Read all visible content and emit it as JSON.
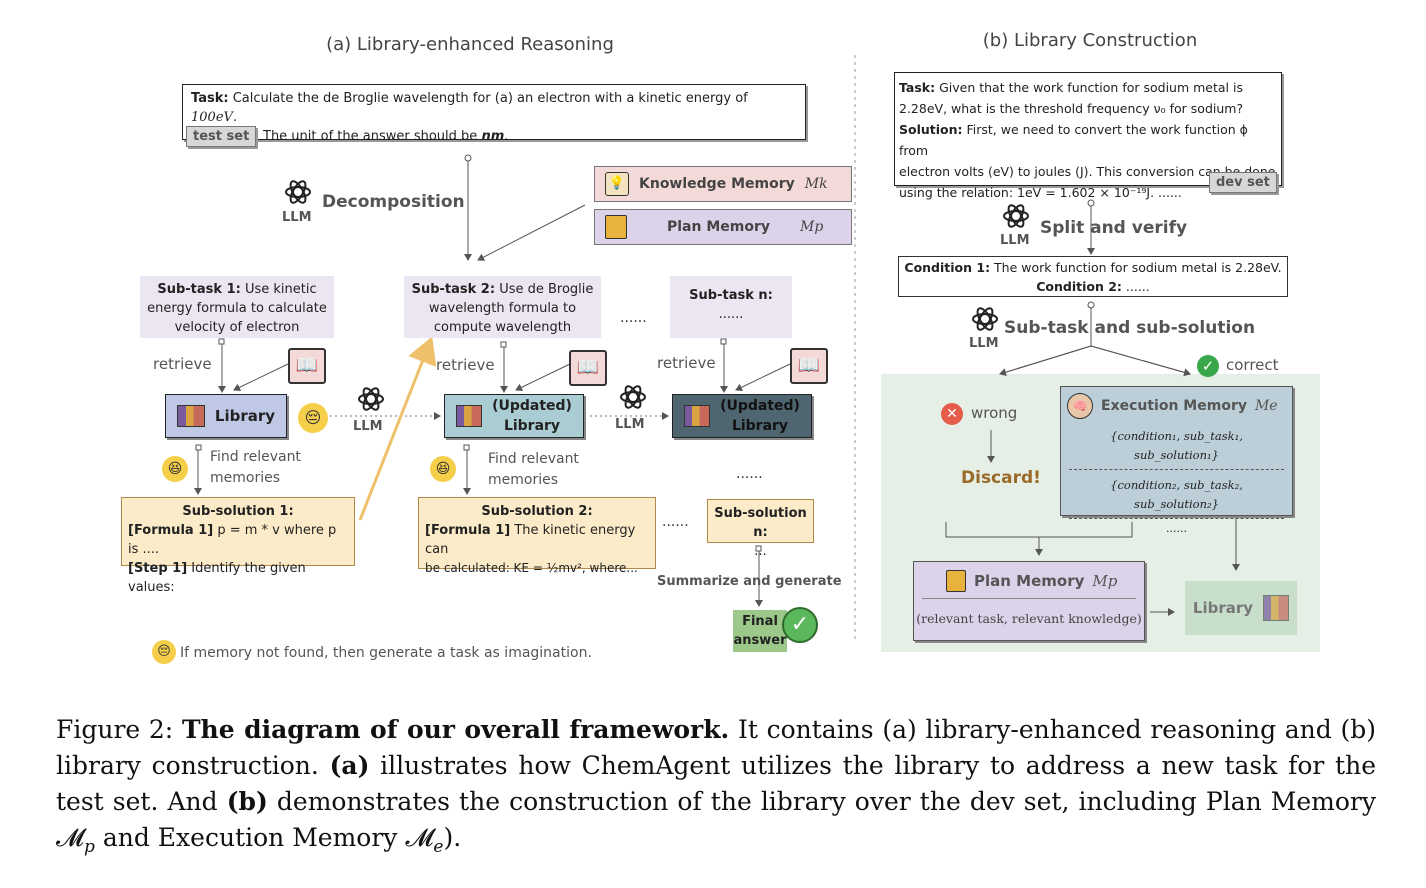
{
  "panel_a": {
    "title": "(a) Library-enhanced Reasoning",
    "task": {
      "label": "Task:",
      "line1": "Calculate the de Broglie wavelength for (a) an electron with a kinetic energy of ",
      "value": "100eV",
      "line1_end": ".",
      "line2": "The unit of the answer should be ",
      "unit": "nm",
      "line2_end": "."
    },
    "test_set_tag": "test set",
    "llm_label": "LLM",
    "decomposition": "Decomposition",
    "knowledge_memory": "Knowledge Memory",
    "knowledge_memory_sym": "Mk",
    "plan_memory": "Plan Memory",
    "plan_memory_sym": "Mp",
    "subtask1_label": "Sub-task 1:",
    "subtask1_text": " Use kinetic energy formula to calculate velocity of electron",
    "subtask2_label": "Sub-task 2:",
    "subtask2_text": " Use de Broglie wavelength formula to compute wavelength",
    "subtaskn_label": "Sub-task n:",
    "subtaskn_text": "......",
    "dots": "......",
    "retrieve": "retrieve",
    "library": "Library",
    "updated_library_1": "(Updated)",
    "updated_library_2": "Library",
    "find_relevant": "Find relevant",
    "memories": "memories",
    "subsol1_title": "Sub-solution 1:",
    "subsol1_line1_label": "[Formula 1]",
    "subsol1_line1": " p = m * v where p is ....",
    "subsol1_line2_label": "[Step 1]",
    "subsol1_line2": " Identify the given values:",
    "subsol2_title": "Sub-solution 2:",
    "subsol2_line1_label": "[Formula 1]",
    "subsol2_line1": " The kinetic energy can",
    "subsol2_line2": "be calculated: KE = ½mv², where...",
    "subsoln_title": "Sub-solution n:",
    "subsoln_text": "...",
    "summarize": "Summarize and generate",
    "final_answer_1": "Final",
    "final_answer_2": "answer",
    "footnote": "If memory not found, then generate a task as imagination."
  },
  "panel_b": {
    "title": "(b) Library Construction",
    "task_label": "Task:",
    "task_text": " Given that the work function for sodium metal is",
    "task_line2": "2.28eV, what is the threshold frequency ν₀ for sodium?",
    "solution_label": "Solution:",
    "solution_text": " First, we need to convert the work function ϕ from",
    "solution_line2": "electron volts (eV) to joules (J). This conversion can be done",
    "solution_line3": "using the relation: 1eV = 1.602 × 10⁻¹⁹J. ......",
    "dev_set_tag": "dev set",
    "llm_label": "LLM",
    "split_verify": "Split and verify",
    "condition1_label": "Condition 1:",
    "condition1_text": " The work function for sodium metal is 2.28eV.",
    "condition2_label": "Condition 2:",
    "condition2_text": " ......",
    "subtask_subsolution": "Sub-task and sub-solution",
    "correct": "correct",
    "wrong": "wrong",
    "discard": "Discard!",
    "execution_memory": "Execution Memory",
    "execution_memory_sym": "Me",
    "exec_row1": "{condition₁, sub_task₁, sub_solution₁}",
    "exec_row2": "{condition₂, sub_task₂, sub_solution₂}",
    "exec_dots": "......",
    "plan_memory": "Plan Memory",
    "plan_memory_sym": "Mp",
    "plan_memory_content": "(relevant task, relevant knowledge)",
    "library": "Library"
  },
  "caption": {
    "prefix": "Figure 2: ",
    "bold_title": "The diagram of our overall framework.",
    "text1": " It contains (a) library-enhanced reasoning and (b) library construction. ",
    "bold_a": "(a)",
    "text2": " illustrates how ChemAgent utilizes the library to address a new task for the test set.  And ",
    "bold_b": "(b)",
    "text3": " demonstrates the construction of the library over the dev set, including Plan Memory 𝓜",
    "sub_p": "p",
    "text4": " and Execution Memory 𝓜",
    "sub_e": "e",
    "text5": ")."
  },
  "colors": {
    "subtask_bg": "#ece6f2",
    "subsol_bg": "#fcebc8",
    "library_bg": "#a9cdd3",
    "library_dark_bg": "#4f6670",
    "green_panel": "#e6efe6",
    "knowledge_bg": "#f4d9d9",
    "plan_bg": "#dcd2ea",
    "exec_bg": "#bccfd8",
    "final_answer_bg": "#9cc88a",
    "arrow_yellow": "#eec06a"
  }
}
